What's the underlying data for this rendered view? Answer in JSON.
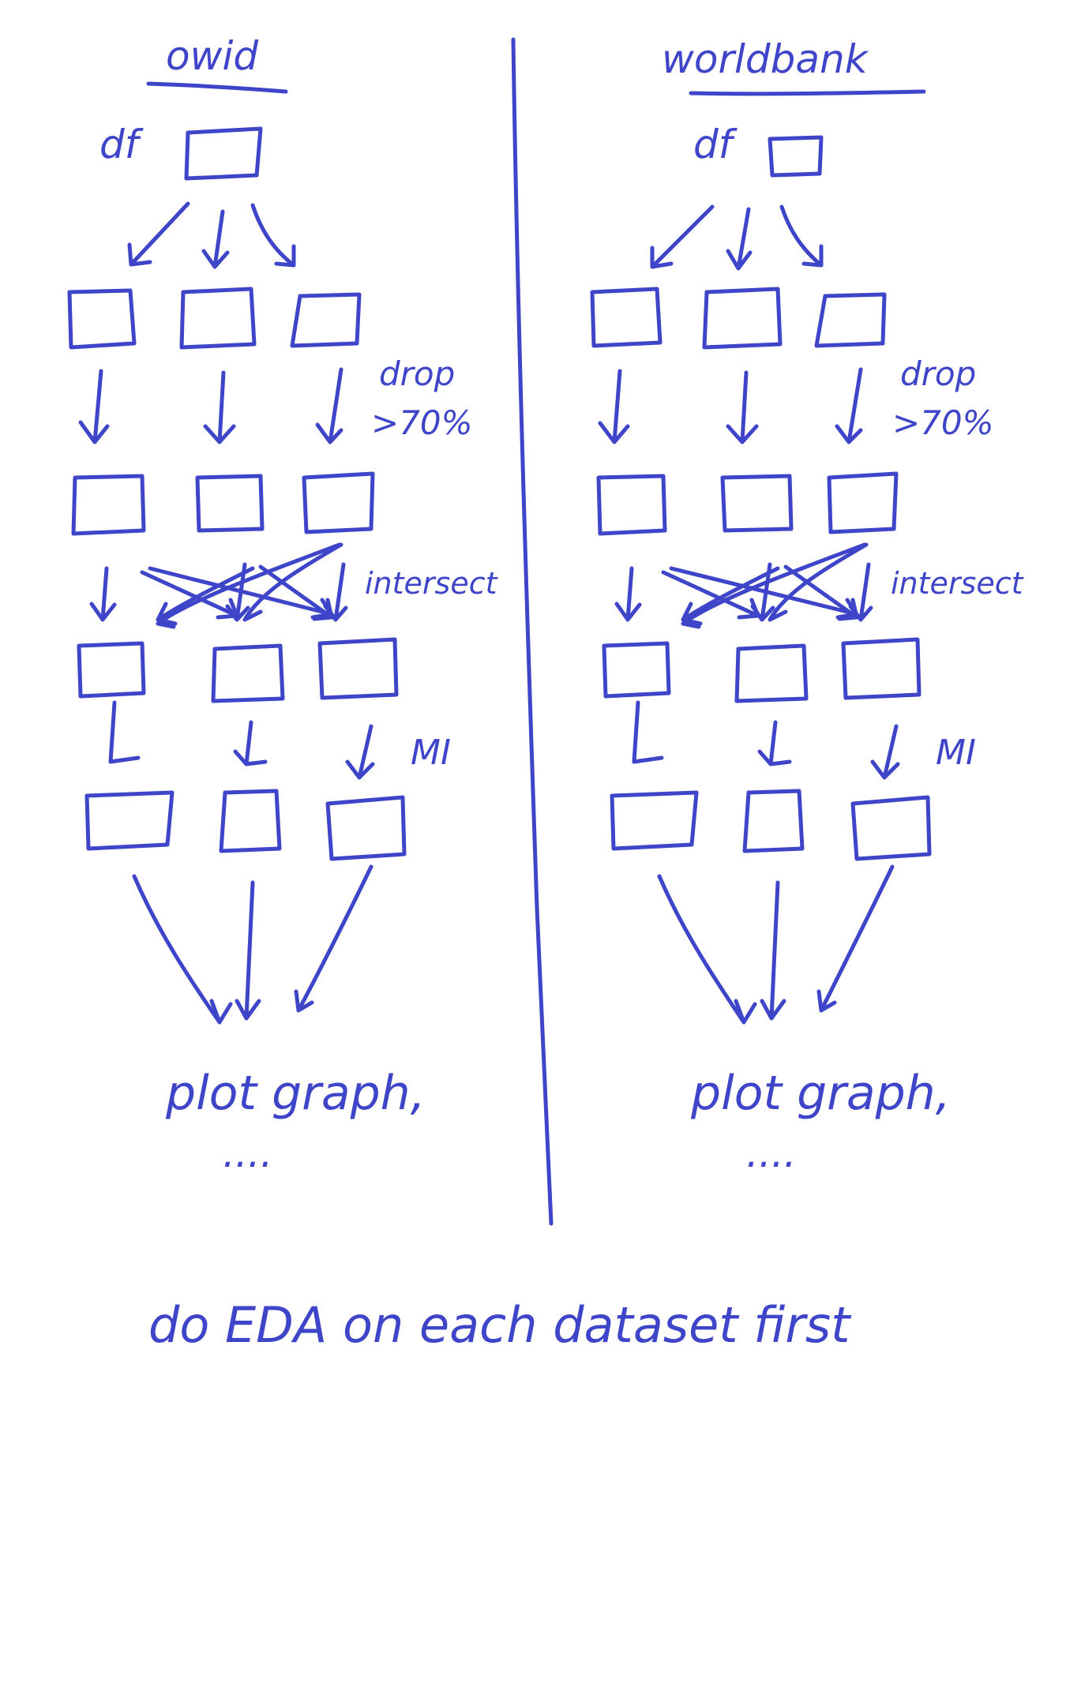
{
  "accent_color": "#3f45c8",
  "background_color": "#ffffff",
  "columns": [
    {
      "title": "owid",
      "df_label": "df",
      "drop_label_line1": "drop",
      "drop_label_line2": ">70%",
      "intersect_label": "intersect",
      "mi_label": "MI",
      "result_label": "plot graph,",
      "ellipsis": "...."
    },
    {
      "title": "worldbank",
      "df_label": "df",
      "drop_label_line1": "drop",
      "drop_label_line2": ">70%",
      "intersect_label": "intersect",
      "mi_label": "MI",
      "result_label": "plot graph,",
      "ellipsis": "...."
    }
  ],
  "footer_note": "do EDA on each dataset first"
}
